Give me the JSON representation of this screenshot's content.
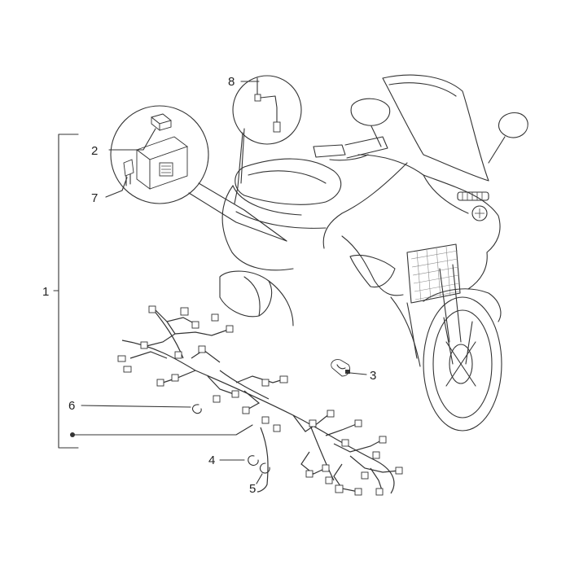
{
  "callouts": [
    {
      "label": "1"
    },
    {
      "label": "2"
    },
    {
      "label": "3"
    },
    {
      "label": "4"
    },
    {
      "label": "5"
    },
    {
      "label": "6"
    },
    {
      "label": "7"
    },
    {
      "label": "8"
    }
  ],
  "colors": {
    "line": "#333333",
    "background": "#ffffff"
  }
}
